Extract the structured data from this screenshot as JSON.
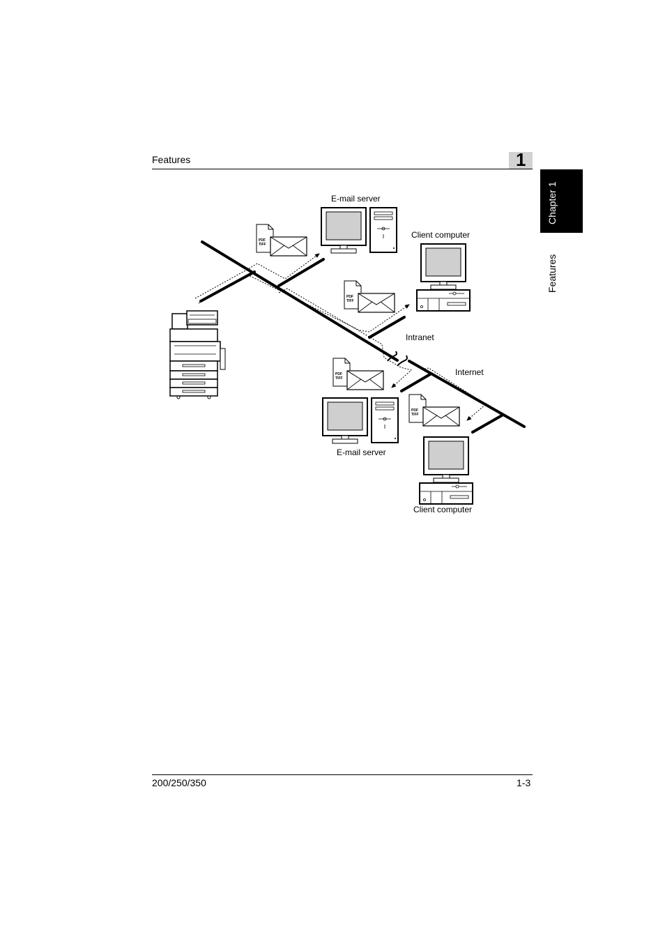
{
  "header": {
    "title": "Features",
    "chapter_number": "1"
  },
  "side_tab": {
    "chapter": "Chapter 1",
    "section": "Features"
  },
  "diagram": {
    "email_server_top": "E-mail server",
    "client_computer_top": "Client computer",
    "intranet": "Intranet",
    "internet": "Internet",
    "email_server_bottom": "E-mail server",
    "client_computer_bottom": "Client computer",
    "doc_line1": "PDF",
    "doc_line2": "TIFF"
  },
  "footer": {
    "model": "200/250/350",
    "page": "1-3"
  }
}
